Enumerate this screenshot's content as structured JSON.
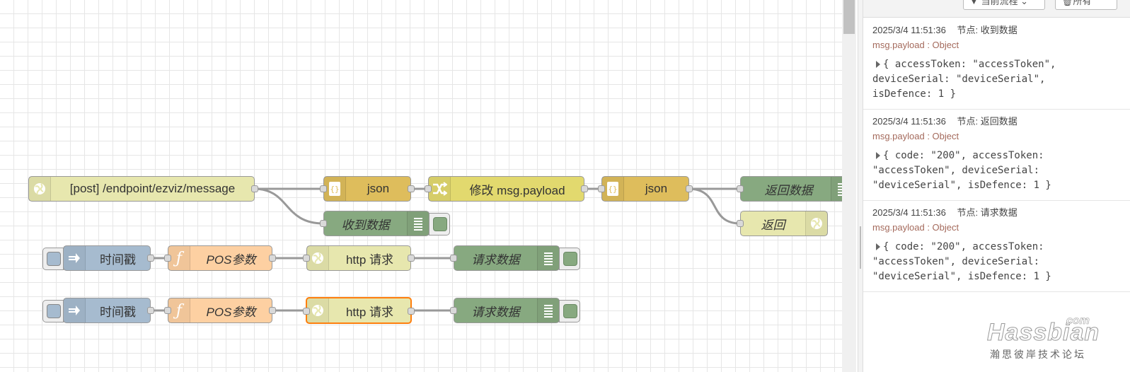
{
  "colors": {
    "http_in": "#e7e7ae",
    "json": "#debd5c",
    "change": "#e2d96e",
    "debug": "#87a980",
    "inject": "#a6bbcf",
    "function": "#fdd0a2",
    "selected": "#ff7f0e"
  },
  "flow": {
    "nodes": [
      {
        "id": "post-endpoint",
        "label": "[post] /endpoint/ezviz/message",
        "icon": "globe-icon"
      },
      {
        "id": "json-1",
        "label": "json",
        "icon": "json-braces-icon"
      },
      {
        "id": "change",
        "label": "修改 msg.payload",
        "icon": "shuffle-icon"
      },
      {
        "id": "json-2",
        "label": "json",
        "icon": "json-braces-icon"
      },
      {
        "id": "debug-return",
        "label": "返回数据",
        "icon": "list-icon"
      },
      {
        "id": "debug-received",
        "label": "收到数据",
        "icon": "list-icon"
      },
      {
        "id": "http-response",
        "label": "返回",
        "icon": "globe-icon"
      },
      {
        "id": "inject-1",
        "label": "时间戳",
        "icon": "arrow-right-icon"
      },
      {
        "id": "function-1",
        "label": "POS参数",
        "icon": "function-icon"
      },
      {
        "id": "http-request-1",
        "label": "http 请求",
        "icon": "globe-icon"
      },
      {
        "id": "debug-request-1",
        "label": "请求数据",
        "icon": "list-icon"
      },
      {
        "id": "inject-2",
        "label": "时间戳",
        "icon": "arrow-right-icon"
      },
      {
        "id": "function-2",
        "label": "POS参数",
        "icon": "function-icon"
      },
      {
        "id": "http-request-2",
        "label": "http 请求",
        "icon": "globe-icon"
      },
      {
        "id": "debug-request-2",
        "label": "请求数据",
        "icon": "list-icon"
      }
    ]
  },
  "sidebar": {
    "filter_button": "当前流程",
    "clear_button": "所有",
    "messages": [
      {
        "time": "2025/3/4 11:51:36",
        "node": "节点: 收到数据",
        "type": "msg.payload : Object",
        "payload_lines": [
          "{ accessToken: \"accessToken\",",
          "deviceSerial: \"deviceSerial\",",
          "isDefence: 1 }"
        ]
      },
      {
        "time": "2025/3/4 11:51:36",
        "node": "节点: 返回数据",
        "type": "msg.payload : Object",
        "payload_lines": [
          "{ code: \"200\", accessToken:",
          "\"accessToken\", deviceSerial:",
          "\"deviceSerial\", isDefence: 1 }"
        ]
      },
      {
        "time": "2025/3/4 11:51:36",
        "node": "节点: 请求数据",
        "type": "msg.payload : Object",
        "payload_lines": [
          "{ code: \"200\", accessToken:",
          "\"accessToken\", deviceSerial:",
          "\"deviceSerial\", isDefence: 1 }"
        ]
      }
    ]
  },
  "watermark": {
    "brand": "Hassbian",
    "suffix": "com",
    "subtitle": "瀚思彼岸技术论坛"
  }
}
